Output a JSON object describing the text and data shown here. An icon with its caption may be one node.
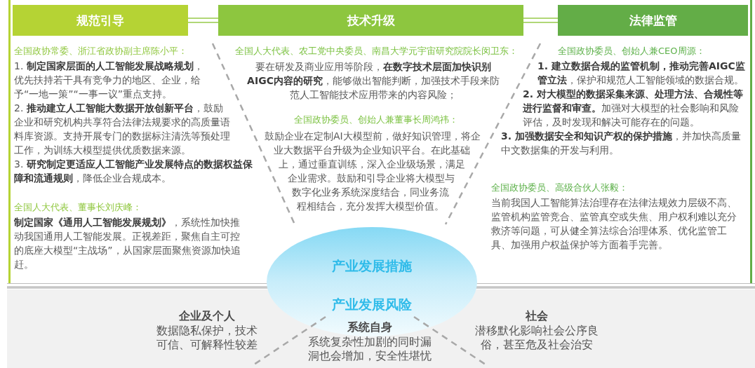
{
  "diagram": {
    "nodes": [
      {
        "text": [
          "规范引导"
        ]
      },
      {
        "text": [
          "技术升级"
        ]
      },
      {
        "text": [
          "法律监管"
        ]
      },
      {
        "text": [
          "产业发展措施",
          "产业发展风险"
        ]
      }
    ],
    "edges": [
      {
        "from": 0,
        "to": 1,
        "arrow": "none"
      },
      {
        "from": 1,
        "to": 2,
        "arrow": "none"
      }
    ],
    "labels": [
      "全国政协常委、浙江省政协副主席陈小平：",
      "1. **制定国家层面的人工智能发展战略规划**，优先扶持若干具有竞争力的地区、企业，给予“一地一策”“一事一议”重点支持。",
      "2. **推动建立人工智能大数据开放创新平台**，鼓励企业和研究机构共享符合法律法规要求的高质量语料库资源。支持开展专门的数据标注清洗等预处理工作，为训练大模型提供优质数据来源。",
      "3. **研究制定更适应人工智能产业发展特点的数据权益保障和流通规则**，降低企业合规成本。",
      "全国人大代表、董事长刘庆峰：",
      "**制定国家《通用人工智能发展规划》**，系统性加快推动我国通用人工智能发展。正视差距，聚焦自主可控的底座大模型“主战场”，从国家层面聚焦资源加快追赶。",
      "全国人大代表、农工党中央委员、南昌大学元宇宙研究院院长闵卫东：",
      "要在研发及商业应用等阶段，**在数字技术层面加快识别AIGC内容的研究**，能够做出智能判断，加强技术手段来防范人工智能技术应用带来的内容风险；",
      "全国政协委员、创始人兼董事长周鸿祎：",
      "鼓励企业在定制AI大模型前，做好知识管理，将企业大数据平台升级为企业知识平台。在此基础上，通过垂直训练，深入企业级场景，满足企业需求。鼓励和引导企业将大模型与数字化业务系统深度结合，同业务流程相结合，充分发挥大模型价值。",
      "全国政协委员、创始人兼CEO周源：",
      "**1. 建立数据合规的监管机制，推动完善AIGC监管立法**，保护和规范人工智能领域的数据合规。",
      "**2. 对大模型的数据采集来源、处理方法、合规性等进行监督和审查。**加强对大模型的社会影响和风险评估，及时发现和解决可能存在的问题。",
      "**3. 加强数据安全和知识产权的保护措施**，并加快高质量中文数据集的开发与利用。",
      "全国政协委员、高级合伙人张毅：",
      "当前我国人工智能算法治理存在法律法规效力层级不高、监管机构监管竞合、监管真空或失焦、用户权利难以充分救济等问题，可从健全算法综合治理体系、优化监管工具、加强用户权益保护等方面着手完善。",
      "企业及个人",
      "数据隐私保护，技术可信、可解释性较差",
      "系统自身",
      "系统复杂性加剧的同时漏洞也会增加，安全性堪忧",
      "社会",
      "潜移默化影响社会公序良俗，甚至危及社会治安"
    ]
  }
}
